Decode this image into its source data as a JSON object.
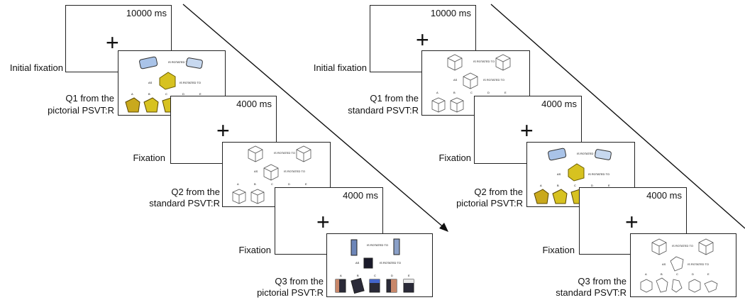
{
  "panels": [
    {
      "frames": [
        {
          "time": "10000 ms"
        },
        {
          "content": "pictorial"
        },
        {
          "time": "4000 ms"
        },
        {
          "content": "standard"
        },
        {
          "time": "4000 ms"
        },
        {
          "content": "pictorial-blocks"
        }
      ],
      "labels": {
        "initial_fixation": "Initial fixation",
        "q1_line1": "Q1 from the",
        "q1_line2": "pictorial PSVT:R",
        "fixation_a": "Fixation",
        "q2_line1": "Q2 from the",
        "q2_line2": "standard PSVT:R",
        "fixation_b": "Fixation",
        "q3_line1": "Q3 from the",
        "q3_line2": "pictorial PSVT:R"
      },
      "cross": "+"
    },
    {
      "frames": [
        {
          "time": "10000 ms"
        },
        {
          "content": "standard"
        },
        {
          "time": "4000 ms"
        },
        {
          "content": "pictorial"
        },
        {
          "time": "4000 ms"
        },
        {
          "content": "standard"
        }
      ],
      "labels": {
        "initial_fixation": "Initial fixation",
        "q1_line1": "Q1 from the",
        "q1_line2": "standard PSVT:R",
        "fixation_a": "Fixation",
        "q2_line1": "Q2 from the",
        "q2_line2": "pictorial PSVT:R",
        "fixation_b": "Fixation",
        "q3_line1": "Q3 from the",
        "q3_line2": "standard PSVT:R"
      },
      "cross": "+"
    }
  ]
}
